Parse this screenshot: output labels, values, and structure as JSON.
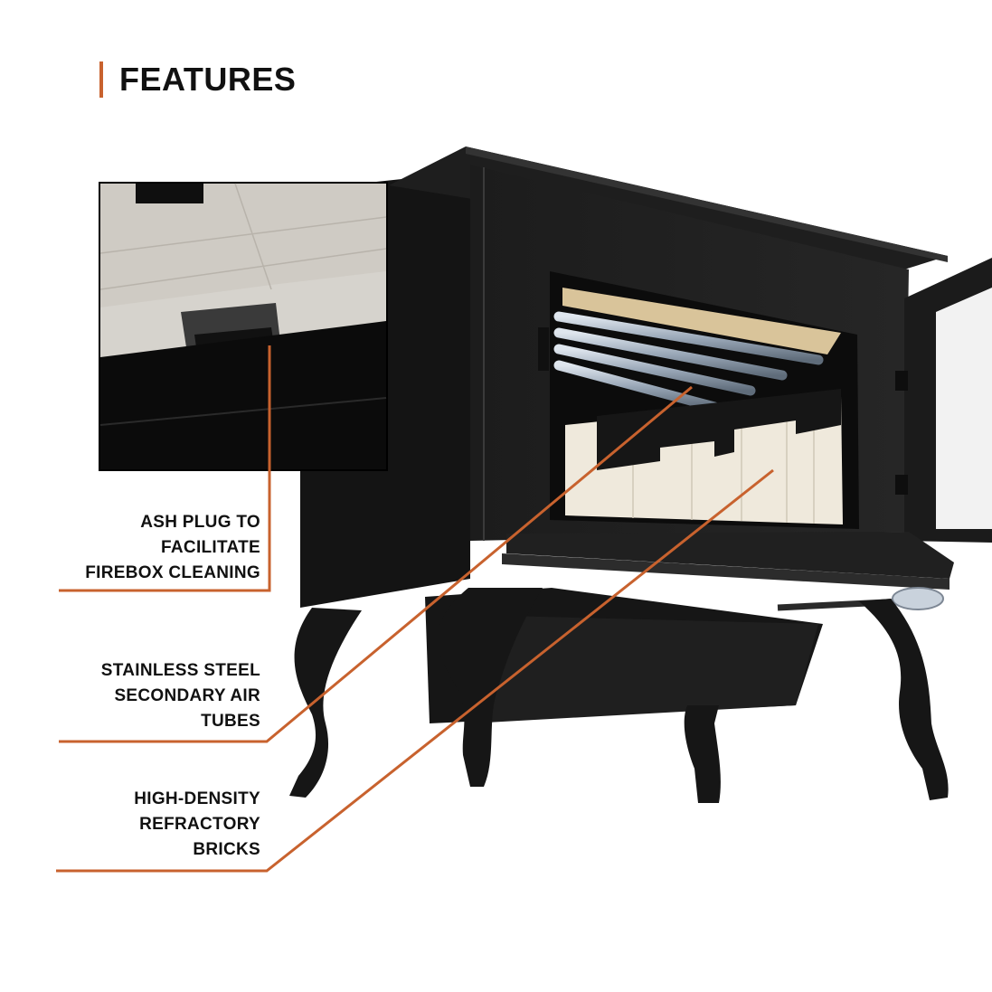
{
  "header": {
    "title": "FEATURES",
    "accent_color": "#c8622e"
  },
  "callouts": [
    {
      "lines": [
        "ASH PLUG TO",
        "FACILITATE",
        "FIREBOX CLEANING"
      ]
    },
    {
      "lines": [
        "STAINLESS STEEL",
        "SECONDARY AIR",
        "TUBES"
      ]
    },
    {
      "lines": [
        "HIGH-DENSITY",
        "REFRACTORY",
        "BRICKS"
      ]
    }
  ],
  "colors": {
    "stove": "#1a1a1a",
    "brick": "#efe9dc",
    "tube": "#a8b4c2",
    "leader": "#c8622e"
  }
}
